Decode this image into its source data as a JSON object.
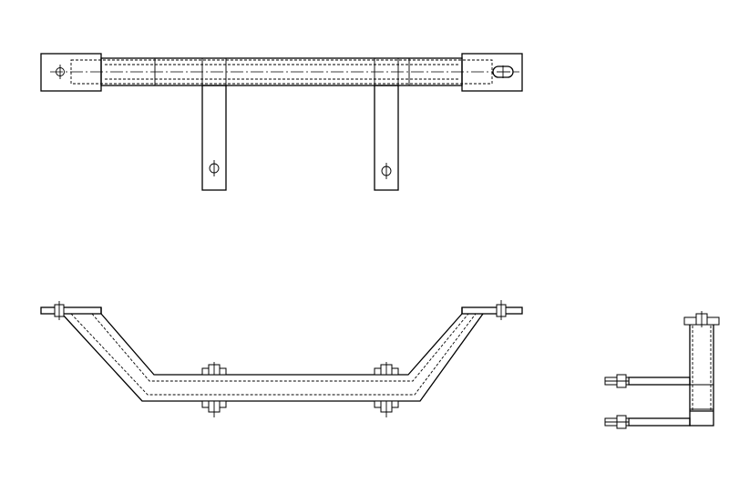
{
  "drawing": {
    "kind": "technical-line-drawing",
    "line_color": "#000000",
    "background": "#ffffff",
    "views": [
      "top-view",
      "front-view",
      "side-view"
    ],
    "text_labels": []
  }
}
